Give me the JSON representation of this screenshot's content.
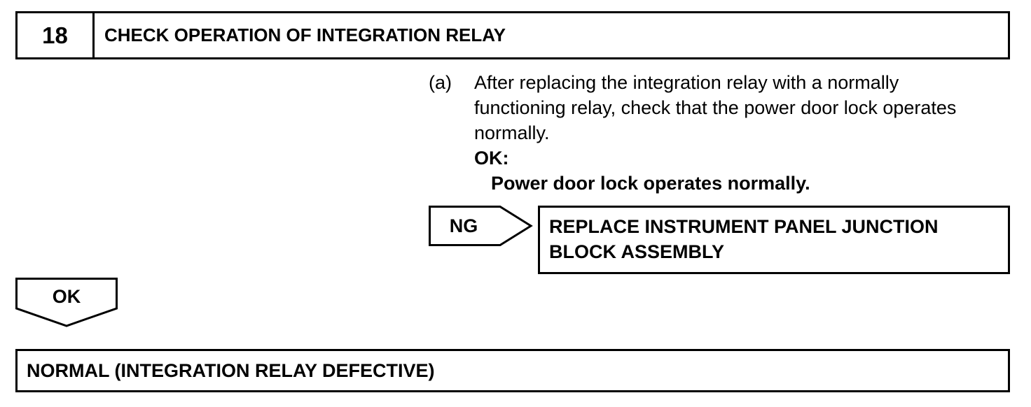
{
  "step": {
    "number": "18",
    "title": "CHECK OPERATION OF INTEGRATION RELAY"
  },
  "instruction": {
    "marker": "(a)",
    "text": "After replacing the integration relay with a normally functioning relay, check that the power door lock operates normally.",
    "ok_label": "OK:",
    "ok_detail": "Power door lock operates normally."
  },
  "ng_branch": {
    "label": "NG",
    "action": "REPLACE INSTRUMENT PANEL JUNCTION BLOCK ASSEMBLY"
  },
  "ok_branch": {
    "label": "OK",
    "result": "NORMAL (INTEGRATION RELAY DEFECTIVE)"
  }
}
